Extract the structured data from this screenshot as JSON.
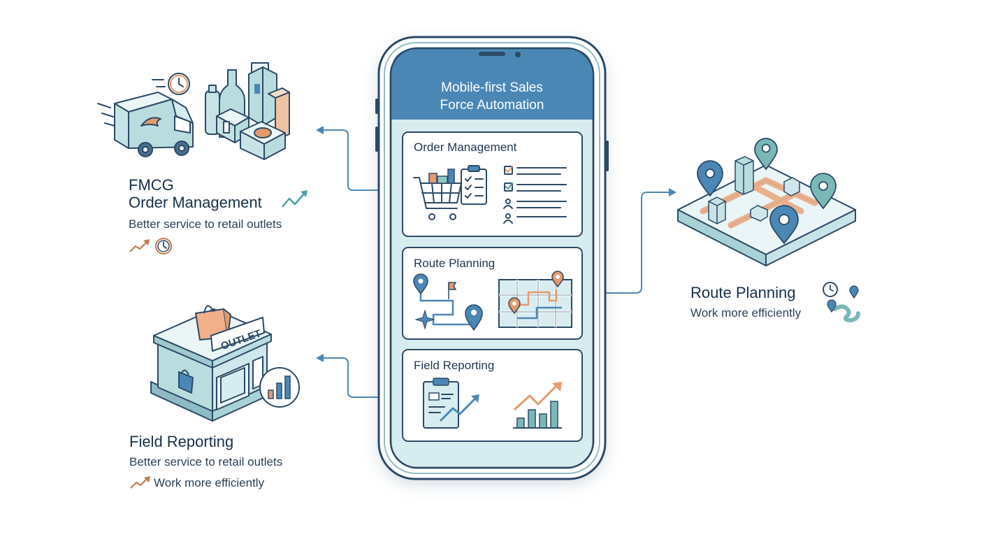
{
  "phone": {
    "header_title_line1": "Mobile-first Sales",
    "header_title_line2": "Force Automation",
    "panels": [
      {
        "title": "Order Management"
      },
      {
        "title": "Route Planning"
      },
      {
        "title": "Field Reporting"
      }
    ]
  },
  "left_top": {
    "title_line1": "FMCG",
    "title_line2": "Order Management",
    "subtitle": "Better service to retail outlets"
  },
  "right_mid": {
    "title": "Route Planning",
    "subtitle": "Work more efficiently"
  },
  "left_bottom": {
    "title": "Field Reporting",
    "subtitle1": "Better service to retail outlets",
    "subtitle2": "Work more efficiently",
    "sign_text": "OUTLET"
  },
  "colors": {
    "navy": "#1c3550",
    "blue": "#4a87b5",
    "teal": "#7ab8b8",
    "light_teal": "#d7ecee",
    "orange": "#e59a6c"
  },
  "icons": [
    "delivery-van-icon",
    "fmcg-products-icon",
    "clock-icon",
    "trend-up-icon",
    "shopping-cart-icon",
    "checklist-icon",
    "location-pin-icon",
    "map-icon",
    "clipboard-chart-icon",
    "bar-chart-icon",
    "isometric-city-map-icon",
    "outlet-store-icon",
    "winding-route-icon"
  ]
}
